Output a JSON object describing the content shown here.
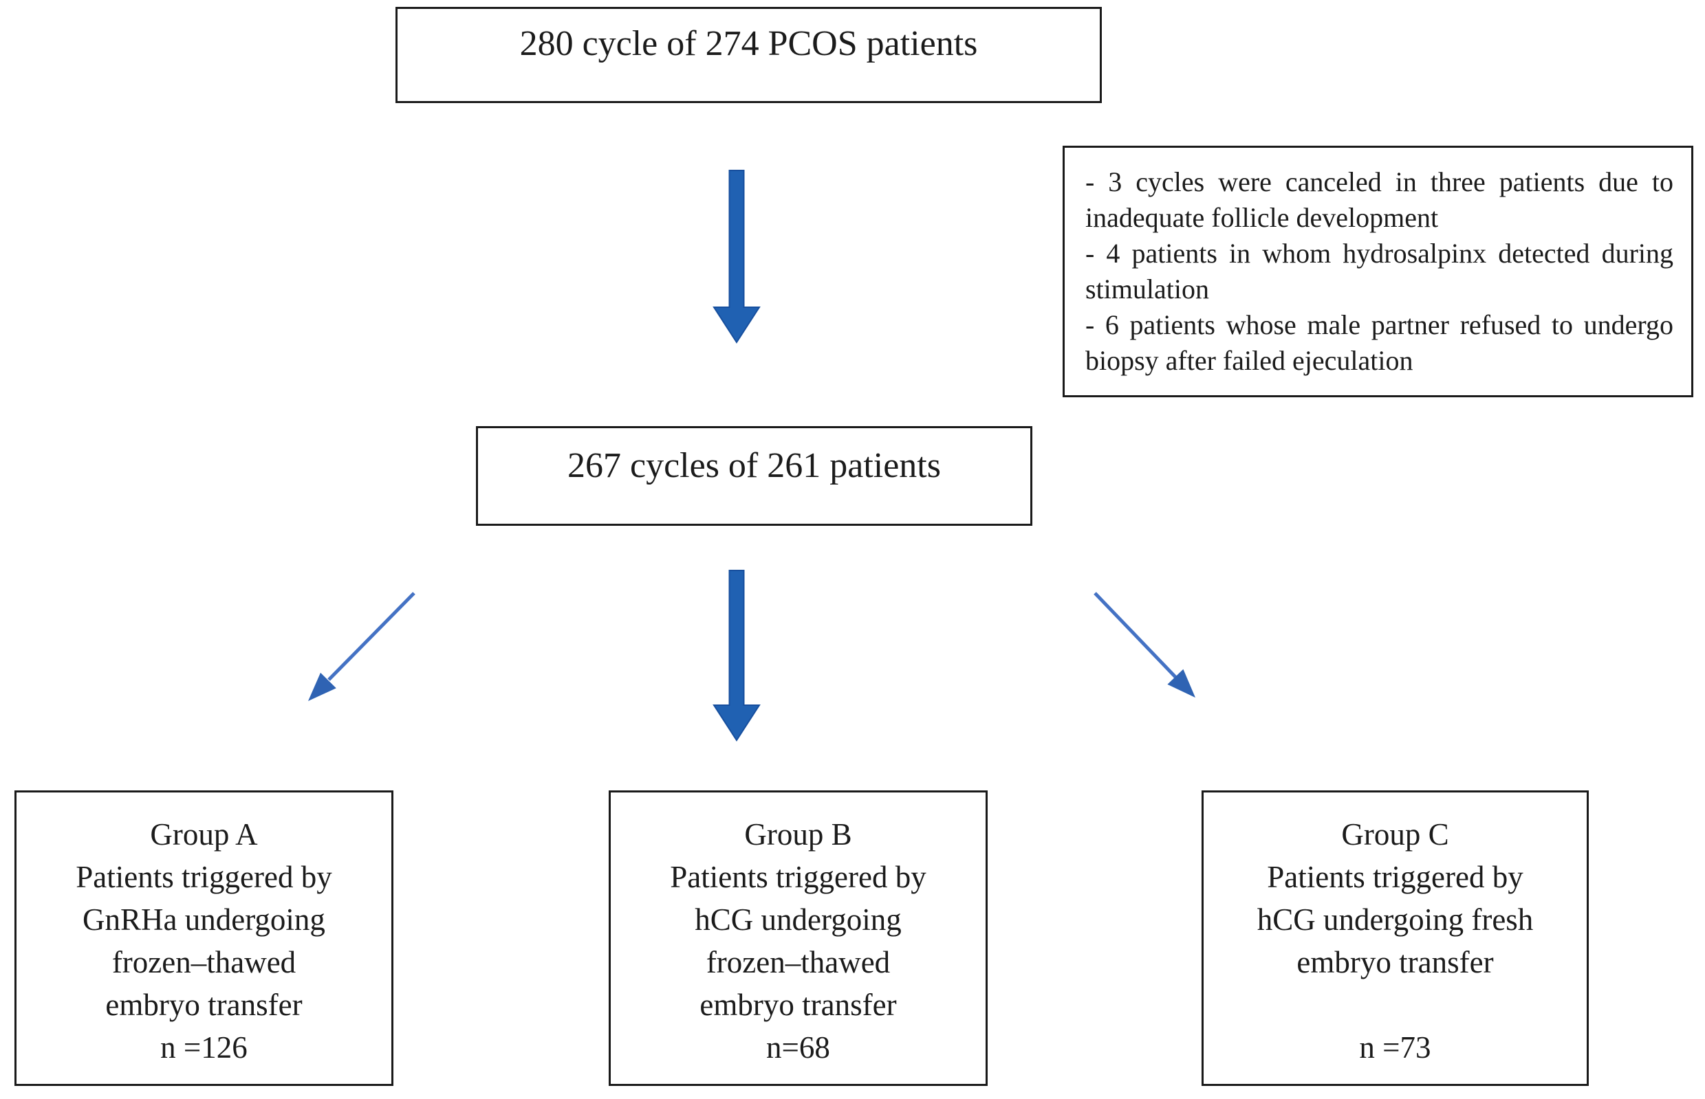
{
  "nodes": {
    "total": {
      "text": "280 cycle of 274 PCOS patients"
    },
    "exclusions": {
      "items": [
        "- 3 cycles were canceled in three patients due to inadequate follicle development",
        "- 4 patients in whom hydrosalpinx detected during stimulation",
        "- 6 patients whose male partner refused to undergo biopsy after failed ejeculation"
      ]
    },
    "eligible": {
      "text": "267 cycles of 261 patients"
    },
    "groups": [
      {
        "lines": [
          "Group A",
          "Patients triggered by",
          "GnRHa undergoing",
          "frozen–thawed",
          "embryo transfer",
          "n =126"
        ]
      },
      {
        "lines": [
          "Group B",
          "Patients triggered by",
          "hCG undergoing",
          "frozen–thawed",
          "embryo transfer",
          "n=68"
        ]
      },
      {
        "lines": [
          "Group C",
          "Patients triggered by",
          "hCG undergoing fresh",
          "embryo transfer",
          "",
          "n =73"
        ]
      }
    ]
  },
  "colors": {
    "thick_arrow": "#2061b2",
    "thick_arrow_edge": "#174f9e",
    "thin_arrow": "#4472c4",
    "thin_arrow_head": "#2f63b3",
    "box_border": "#1a1a1a",
    "text": "#1b1b1b",
    "background": "#ffffff"
  }
}
